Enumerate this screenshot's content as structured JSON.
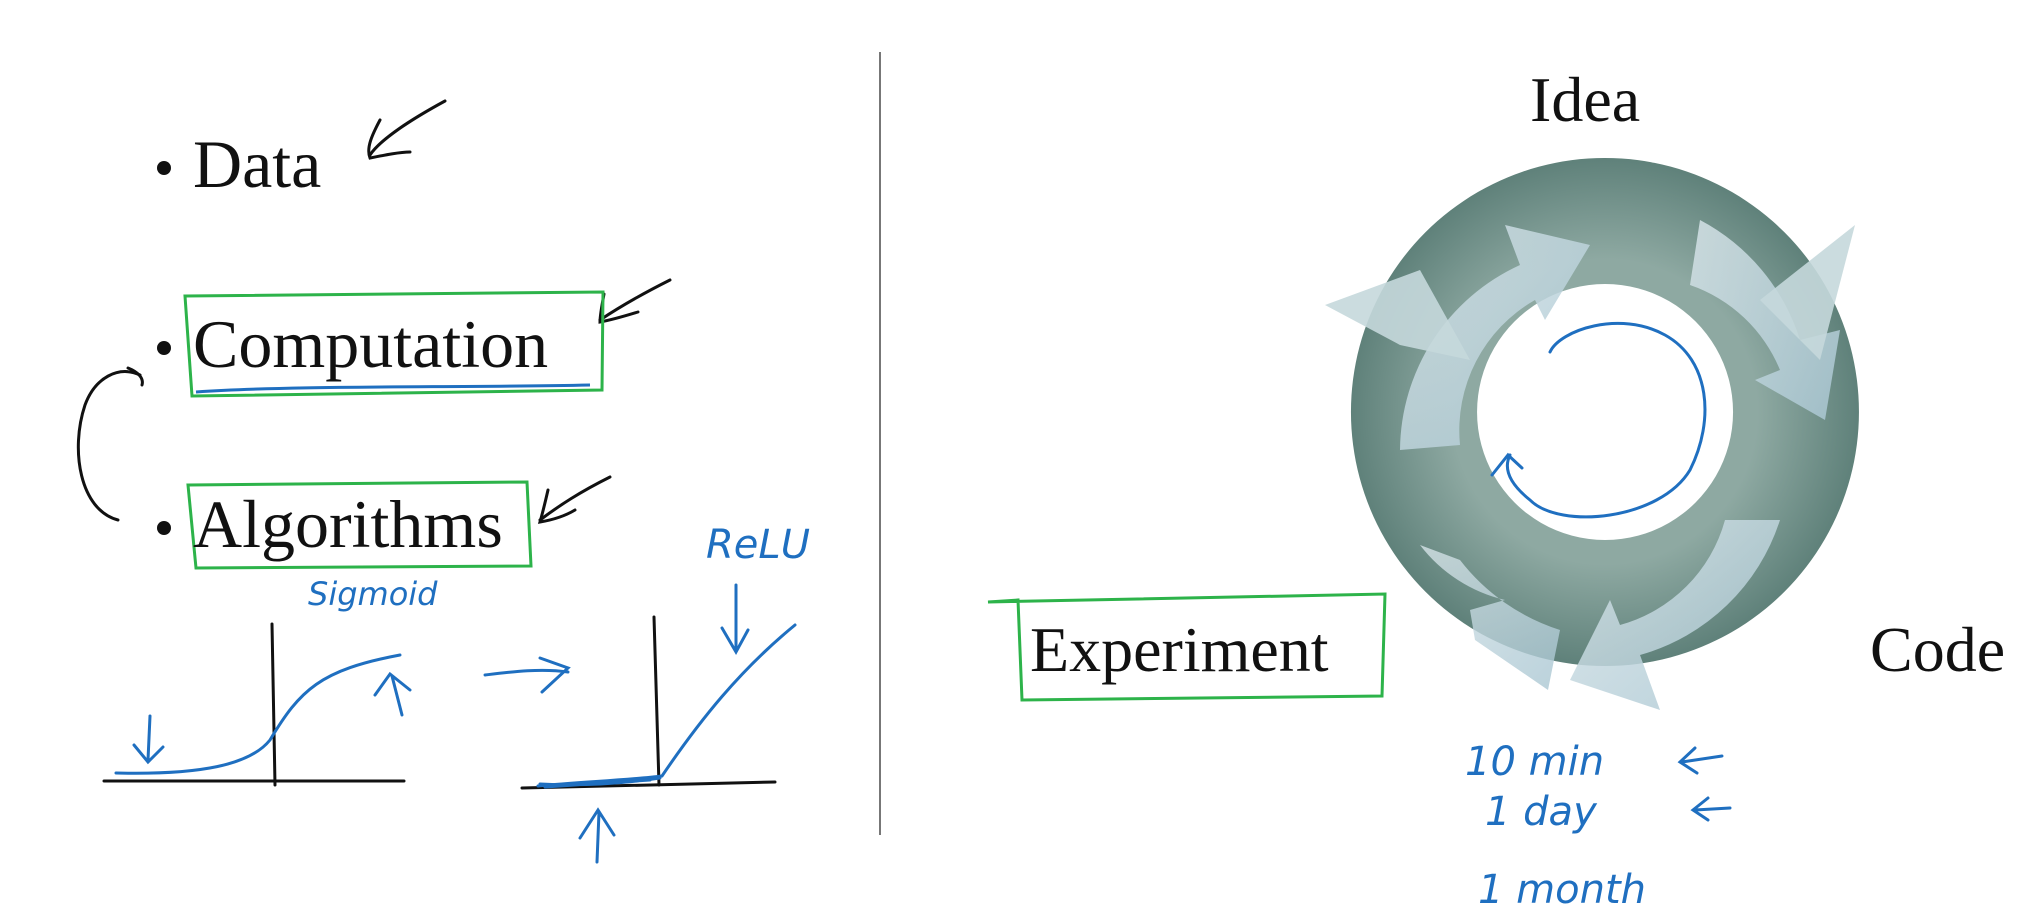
{
  "left_panel": {
    "bullets": [
      {
        "label": "Data"
      },
      {
        "label": "Computation"
      },
      {
        "label": "Algorithms"
      }
    ],
    "annotations": {
      "sigmoid": "Sigmoid",
      "relu": "ReLU"
    }
  },
  "right_panel": {
    "cycle": {
      "top": "Idea",
      "right": "Code",
      "left": "Experiment"
    },
    "times": [
      "10 min",
      "1 day",
      "1 month"
    ]
  },
  "colors": {
    "ink_black": "#111111",
    "ink_blue": "#1f6fc0",
    "box_green": "#2db34a",
    "ring_dark": "#6f8f87",
    "arrow_light": "#b9d2dc"
  }
}
